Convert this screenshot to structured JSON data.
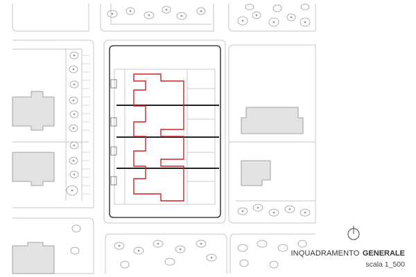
{
  "drawing": {
    "title_main": "INQUADRAMENTO",
    "title_emphasis": "GENERALE",
    "scale_label": "scala 1_500"
  },
  "icons": {
    "north_arrow": "north-arrow-icon",
    "tree": "tree-icon"
  },
  "colors": {
    "paper": "#ffffff",
    "street_line": "#c8c8c8",
    "building_fill": "#e3e3e3",
    "building_stroke": "#8a8a8a",
    "project_outline": "#d11f1f",
    "section_line": "#222222",
    "site_boundary": "#444444"
  }
}
